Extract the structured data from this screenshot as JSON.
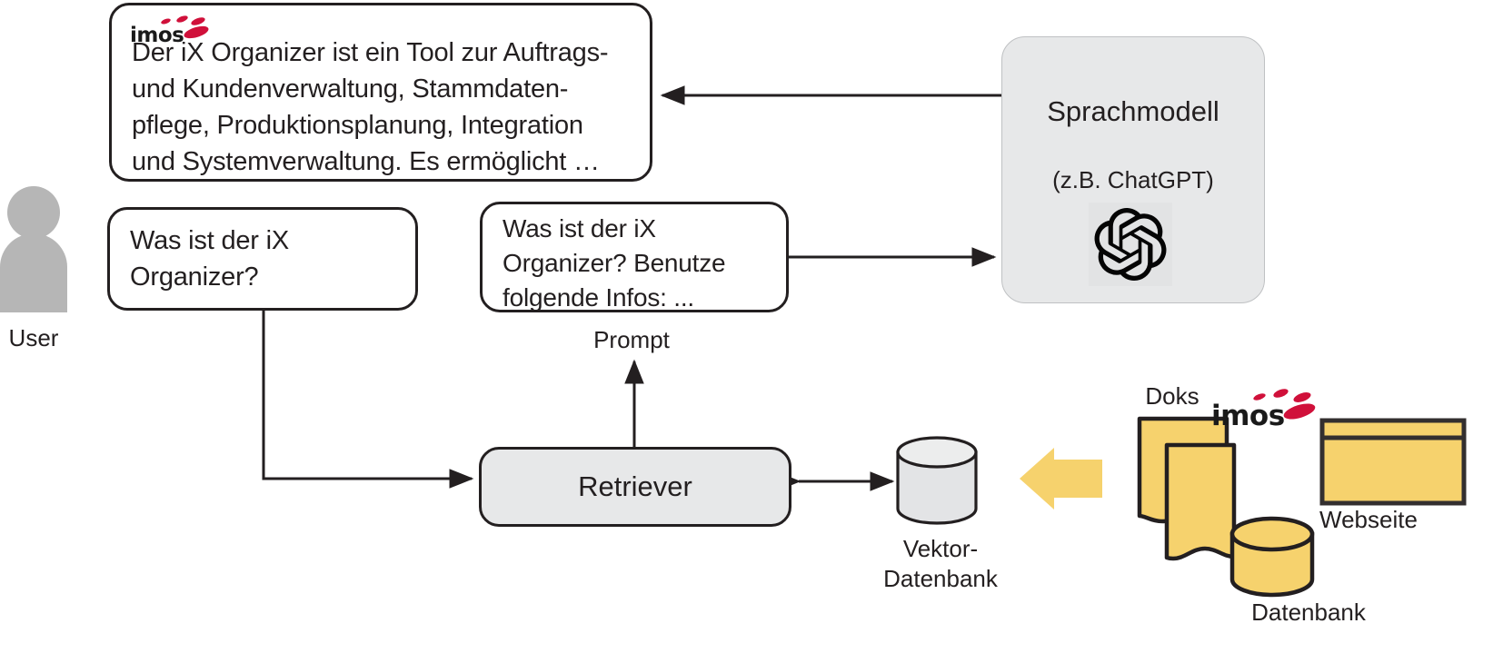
{
  "diagram": {
    "title": "RAG Architektur Diagramm",
    "answer_bubble": {
      "brand": "imos",
      "text": "Der iX Organizer ist ein Tool zur Auftrags-\nund Kundenverwaltung, Stammdaten-\npflege, Produktionsplanung, Integration\nund Systemverwaltung. Es ermöglicht …"
    },
    "question_bubble": {
      "text": "Was ist der iX\nOrganizer?"
    },
    "prompt_bubble": {
      "text": "Was ist der iX\nOrganizer? Benutze\nfolgende Infos: ..."
    },
    "llm": {
      "title": "Sprachmodell",
      "subtitle": "(z.B. ChatGPT)",
      "logo_name": "openai-logo"
    },
    "user": {
      "label": "User",
      "icon_name": "user-avatar-icon"
    },
    "retriever": {
      "label": "Retriever"
    },
    "labels": {
      "prompt": "Prompt",
      "vector_db": "Vektor-\nDatenbank",
      "docs": "Doks",
      "database": "Datenbank",
      "website": "Webseite",
      "sources_brand": "imos"
    },
    "colors": {
      "line": "#231f20",
      "box_fill": "#e7e8e9",
      "user_gray": "#b6b6b6",
      "brand_red": "#d0103a",
      "source_yellow": "#f6d26d",
      "arrow_yellow": "#f6d26d",
      "cylinder_gray": "#e3e4e6"
    }
  }
}
